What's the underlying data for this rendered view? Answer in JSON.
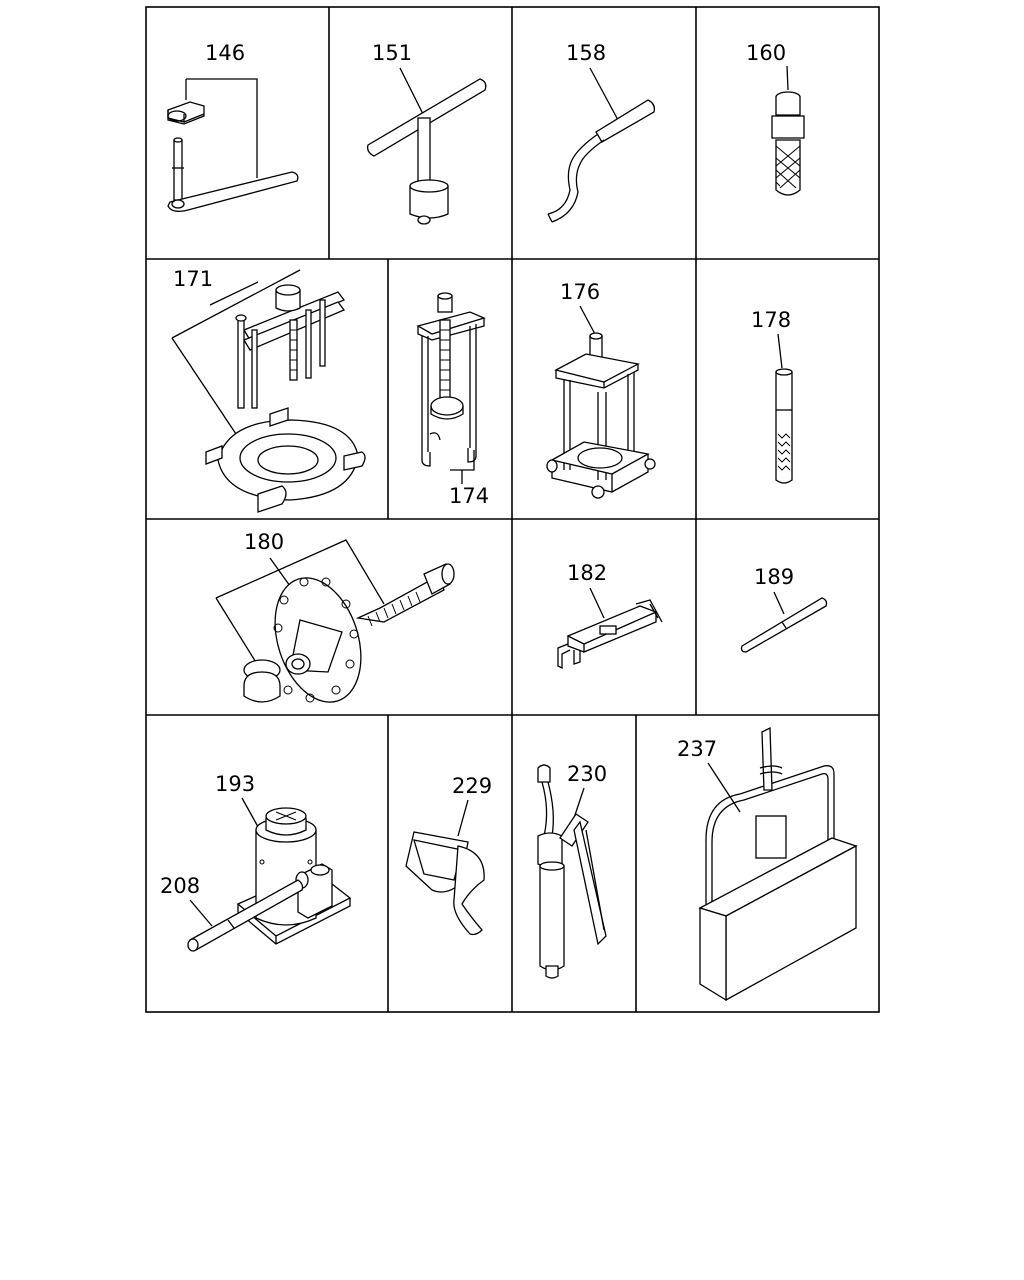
{
  "diagram": {
    "parts": [
      {
        "id": "146",
        "label": "146"
      },
      {
        "id": "151",
        "label": "151"
      },
      {
        "id": "158",
        "label": "158"
      },
      {
        "id": "160",
        "label": "160"
      },
      {
        "id": "171",
        "label": "171"
      },
      {
        "id": "174",
        "label": "174"
      },
      {
        "id": "176",
        "label": "176"
      },
      {
        "id": "178",
        "label": "178"
      },
      {
        "id": "180",
        "label": "180"
      },
      {
        "id": "182",
        "label": "182"
      },
      {
        "id": "189",
        "label": "189"
      },
      {
        "id": "193",
        "label": "193"
      },
      {
        "id": "208",
        "label": "208"
      },
      {
        "id": "229",
        "label": "229"
      },
      {
        "id": "230",
        "label": "230"
      },
      {
        "id": "237",
        "label": "237"
      }
    ]
  }
}
